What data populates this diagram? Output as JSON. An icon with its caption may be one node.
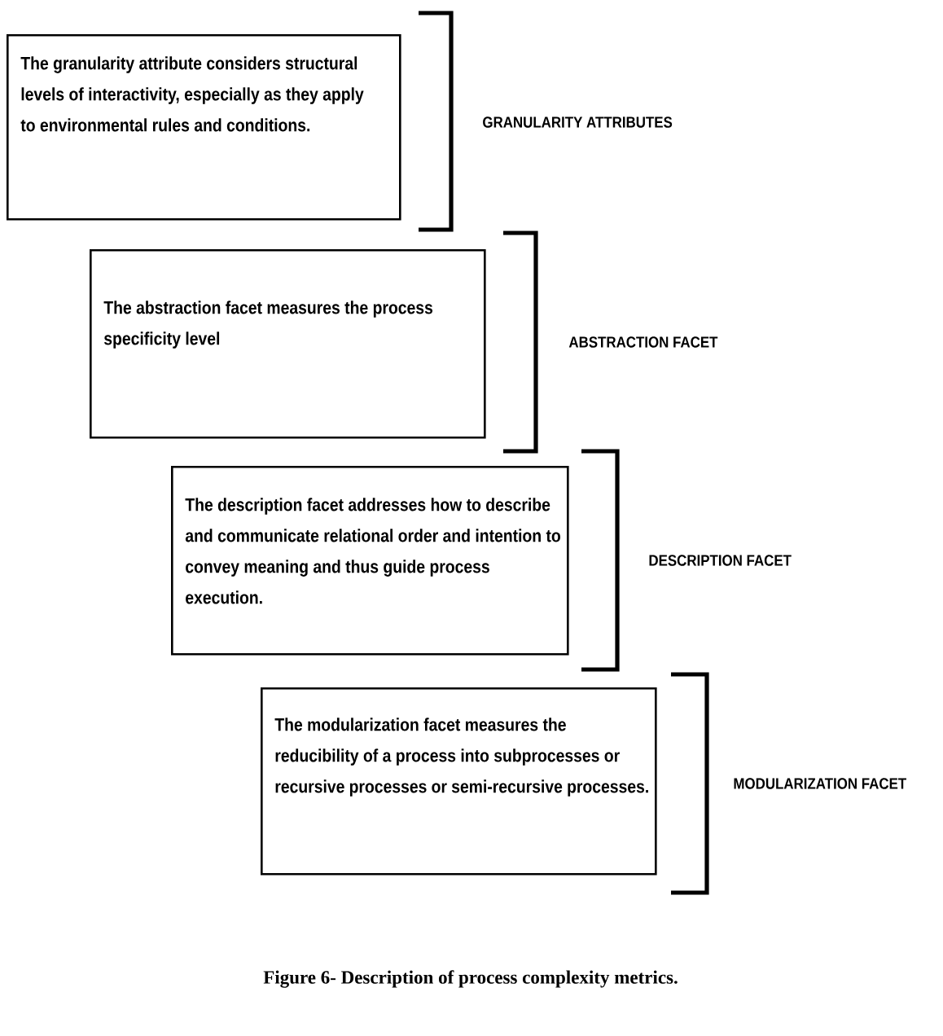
{
  "diagram": {
    "caption": "Figure 6- Description of process complexity metrics.",
    "nodes": [
      {
        "text": [
          "The granularity attribute considers structural levels of interactivity, especially as they apply to environmental rules and conditions."
        ]
      },
      {
        "text": [
          "The abstraction facet measures the process specificity level"
        ]
      },
      {
        "text": [
          "The description facet addresses how to describe and communicate relational order and intention to convey meaning and thus guide process execution."
        ]
      },
      {
        "text": [
          "The modularization facet measures the reducibility of a process into subprocesses or recursive processes or semi-recursive processes."
        ]
      }
    ],
    "labels": [
      "GRANULARITY ATTRIBUTES",
      "ABSTRACTION FACET",
      "DESCRIPTION FACET",
      "MODULARIZATION FACET"
    ]
  }
}
